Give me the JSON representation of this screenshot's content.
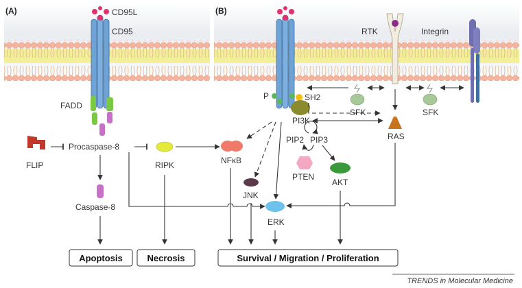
{
  "panels": {
    "a": "(A)",
    "b": "(B)"
  },
  "labels": {
    "cd95l": "CD95L",
    "cd95": "CD95",
    "fadd": "FADD",
    "flip": "FLIP",
    "procaspase8": "Procaspase-8",
    "ripk": "RIPK",
    "nfkb": "NFκB",
    "caspase8": "Caspase-8",
    "p": "P",
    "sh2": "SH2",
    "pi3k": "PI3K",
    "pip2": "PIP2",
    "pip3": "PIP3",
    "pten": "PTEN",
    "akt": "AKT",
    "jnk": "JNK",
    "erk": "ERK",
    "rtk": "RTK",
    "integrin": "Integrin",
    "sfk_left": "SFK",
    "sfk_right": "SFK",
    "ras": "RAS"
  },
  "outcomes": {
    "apoptosis": "Apoptosis",
    "necrosis": "Necrosis",
    "survival": "Survival / Migration / Proliferation"
  },
  "source": "TRENDS in Molecular Medicine",
  "colors": {
    "receptor": "#6fa3d6",
    "ligand": "#e0326e",
    "fadd": "#7ac943",
    "caspase": "#c86fc8",
    "flip": "#c0392b",
    "ripk": "#e4ea3c",
    "nfkb": "#f07a6a",
    "pi3k": "#8a8a2e",
    "sh2": "#f2c014",
    "phospho": "#5cb85c",
    "pten": "#f2a7c3",
    "akt": "#3a9a3a",
    "jnk": "#5a3a4a",
    "erk": "#6ec1ea",
    "ras": "#c8741e",
    "sfk": "#a8c89a",
    "rtk": "#f2ede0",
    "integrin": "#6f6fb0",
    "membrane_head": "#f6b49c",
    "membrane_core": "#f3ef98"
  }
}
